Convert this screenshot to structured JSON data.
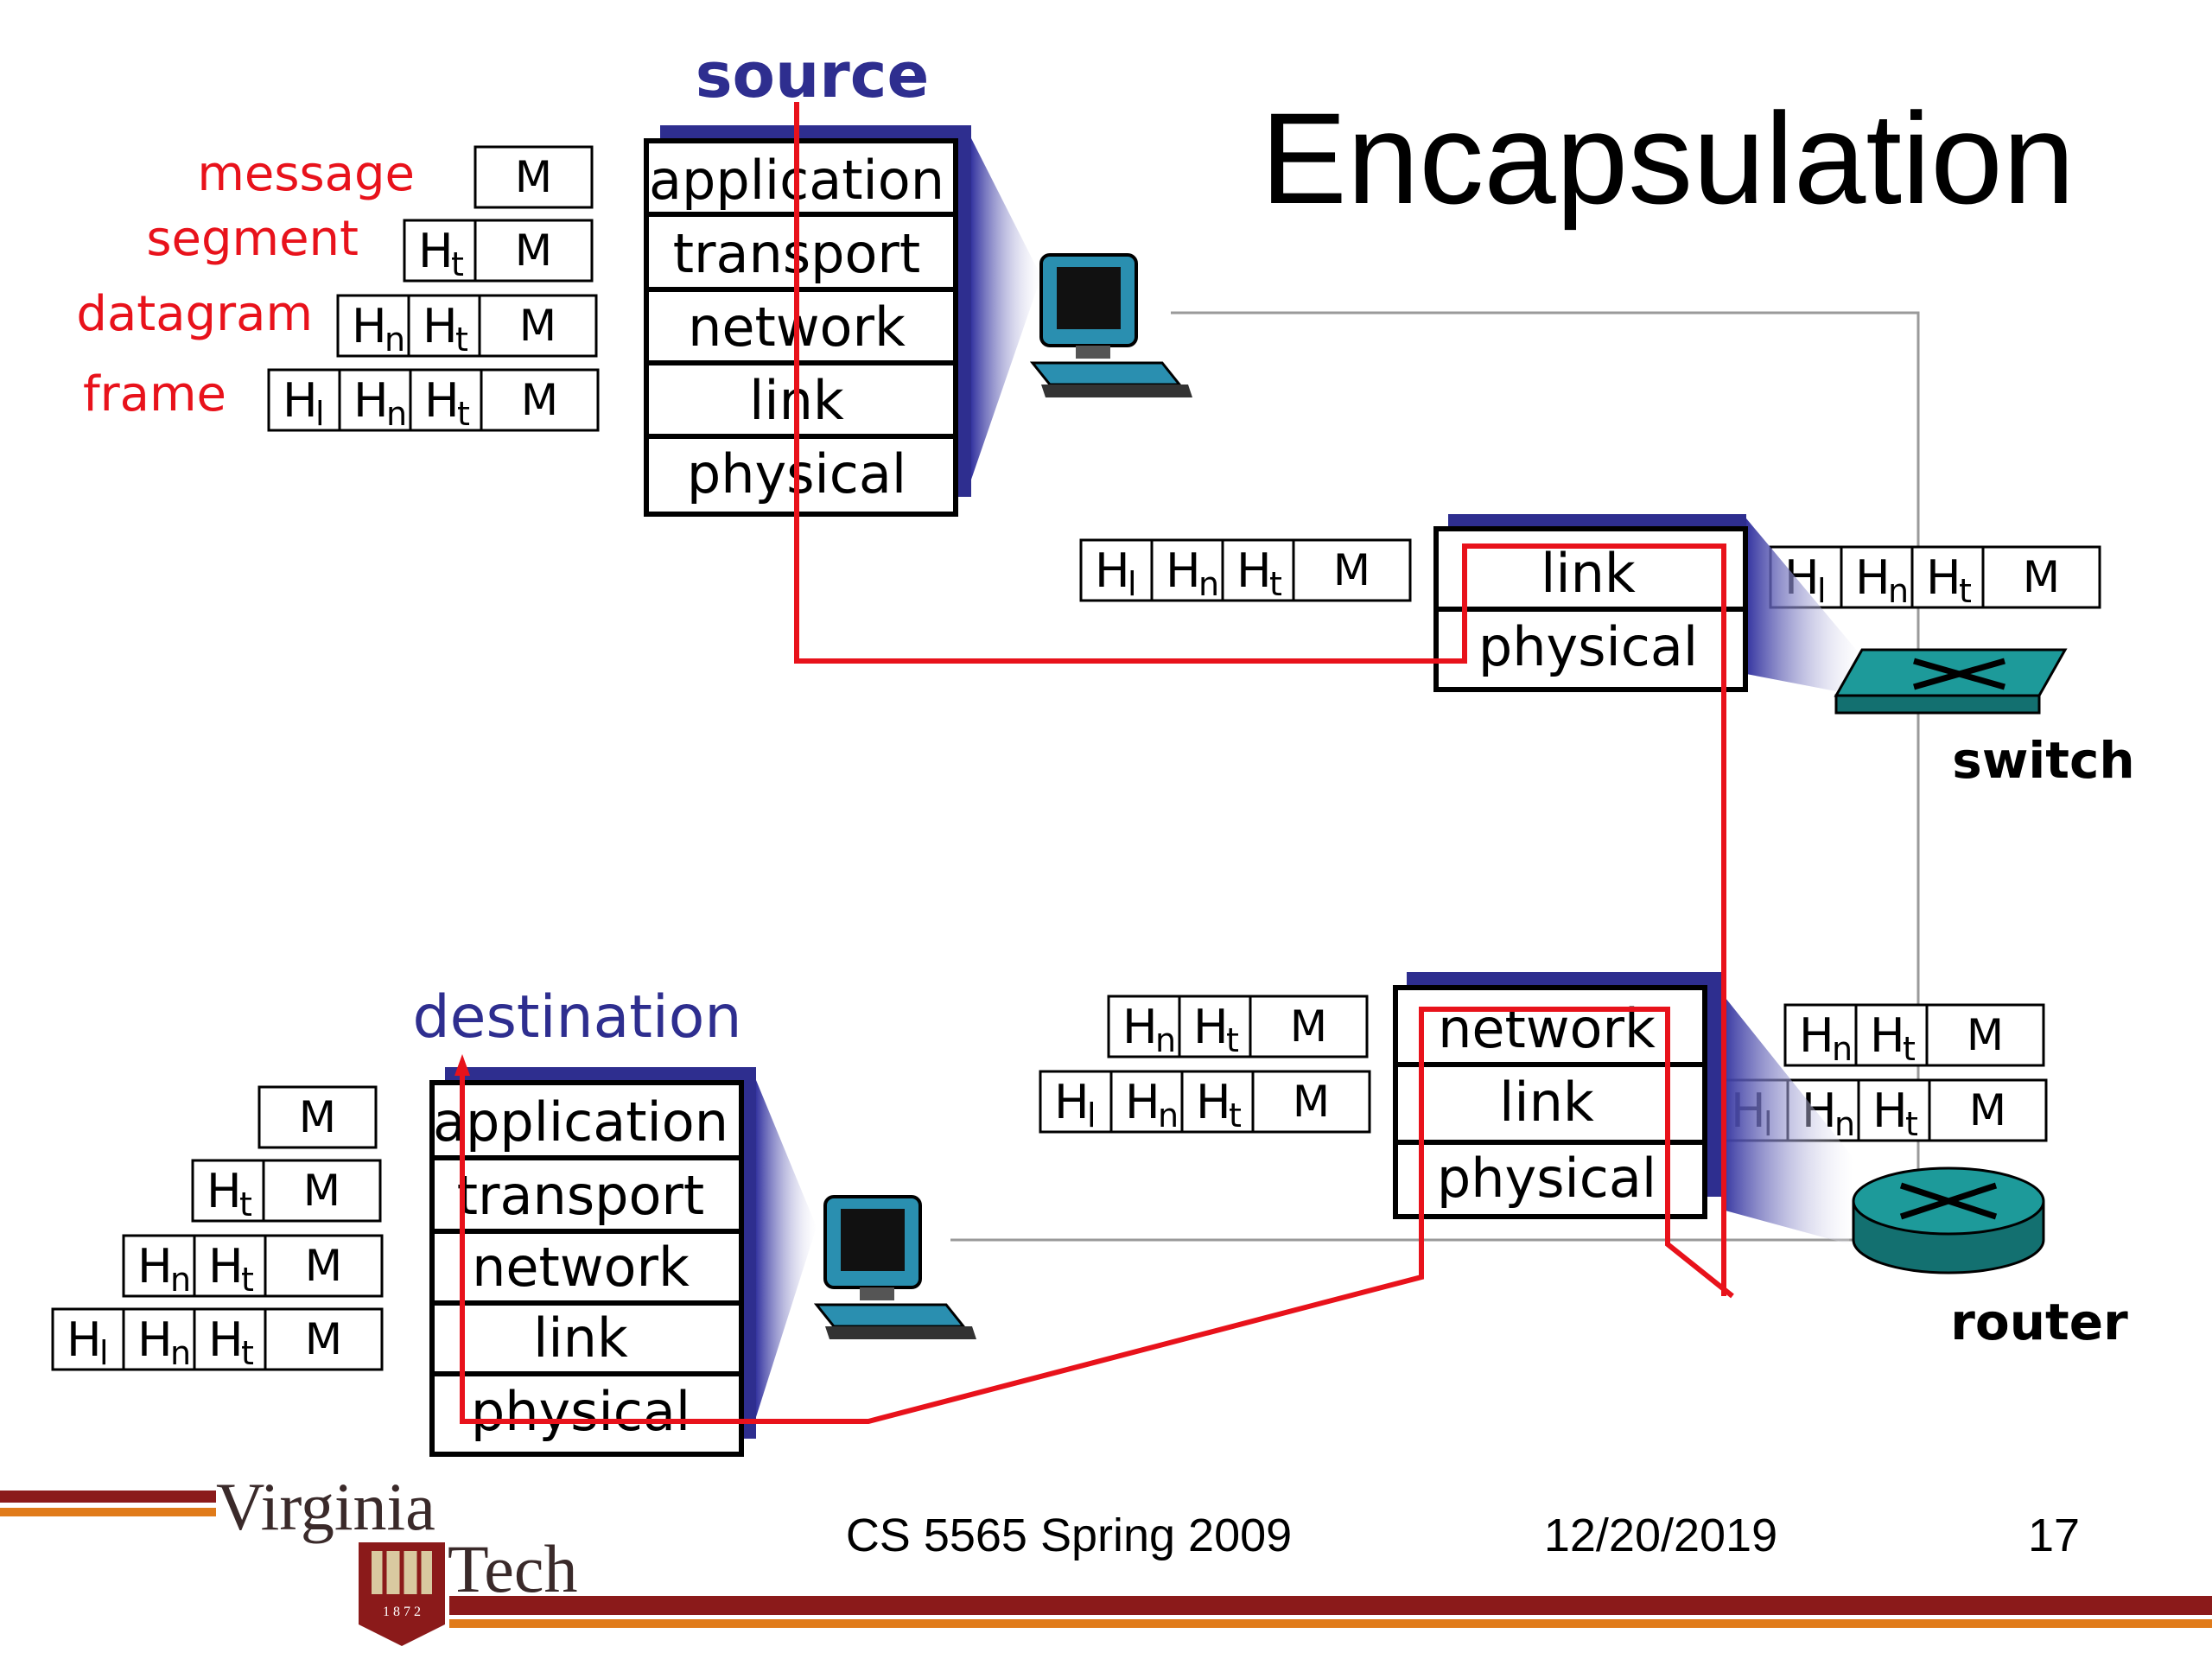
{
  "title": "Encapsulation",
  "source": {
    "label": "source",
    "layers": [
      "application",
      "transport",
      "network",
      "link",
      "physical"
    ]
  },
  "destination": {
    "label": "destination",
    "layers": [
      "application",
      "transport",
      "network",
      "link",
      "physical"
    ]
  },
  "switch": {
    "label": "switch",
    "layers": [
      "link",
      "physical"
    ]
  },
  "router": {
    "label": "router",
    "layers": [
      "network",
      "link",
      "physical"
    ]
  },
  "legend": {
    "message": "message",
    "segment": "segment",
    "datagram": "datagram",
    "frame": "frame"
  },
  "packet": {
    "M": "M",
    "H": "H",
    "t": "t",
    "n": "n",
    "l": "l"
  },
  "footer": {
    "course": "CS 5565 Spring 2009",
    "date": "12/20/2019",
    "page": "17",
    "logo_line1": "Virginia",
    "logo_line2": "Tech",
    "logo_year": "1 8 7 2"
  },
  "colors": {
    "red": "#e8121b",
    "navy": "#2e2e8f",
    "teal": "#1d9a9a",
    "maroon": "#8b1a1a",
    "orange": "#e07b1a"
  }
}
